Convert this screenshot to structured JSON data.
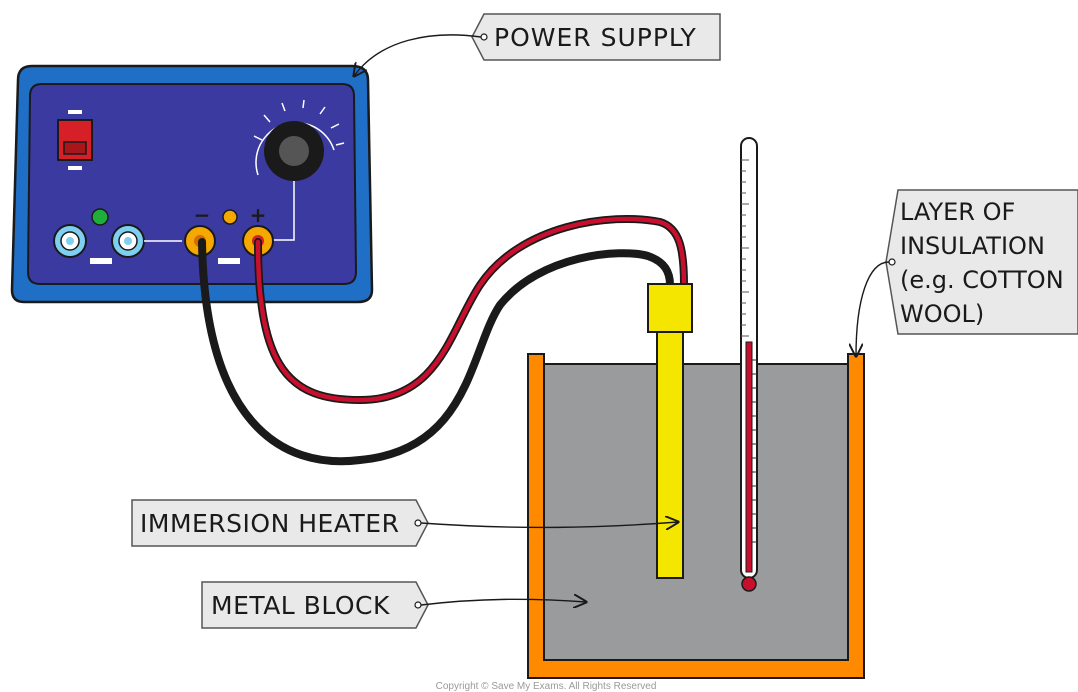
{
  "labels": {
    "power_supply": "POWER SUPPLY",
    "insulation_line1": "LAYER OF",
    "insulation_line2": "INSULATION",
    "insulation_line3": "(e.g. COTTON",
    "insulation_line4": "WOOL)",
    "immersion_heater": "IMMERSION HEATER",
    "metal_block": "METAL BLOCK"
  },
  "power_supply_panel": {
    "negative_sign": "−",
    "positive_sign": "+"
  },
  "copyright": "Copyright © Save My Exams. All Rights Reserved",
  "colors": {
    "casing": "#1f6fc7",
    "panel": "#3b3aa0",
    "insulation": "#ff8a00",
    "metal_block": "#999b9c",
    "heater": "#f5e600",
    "wire_red": "#c8102e",
    "wire_black": "#1b1b1b",
    "label_fill": "#e9e9e9"
  }
}
